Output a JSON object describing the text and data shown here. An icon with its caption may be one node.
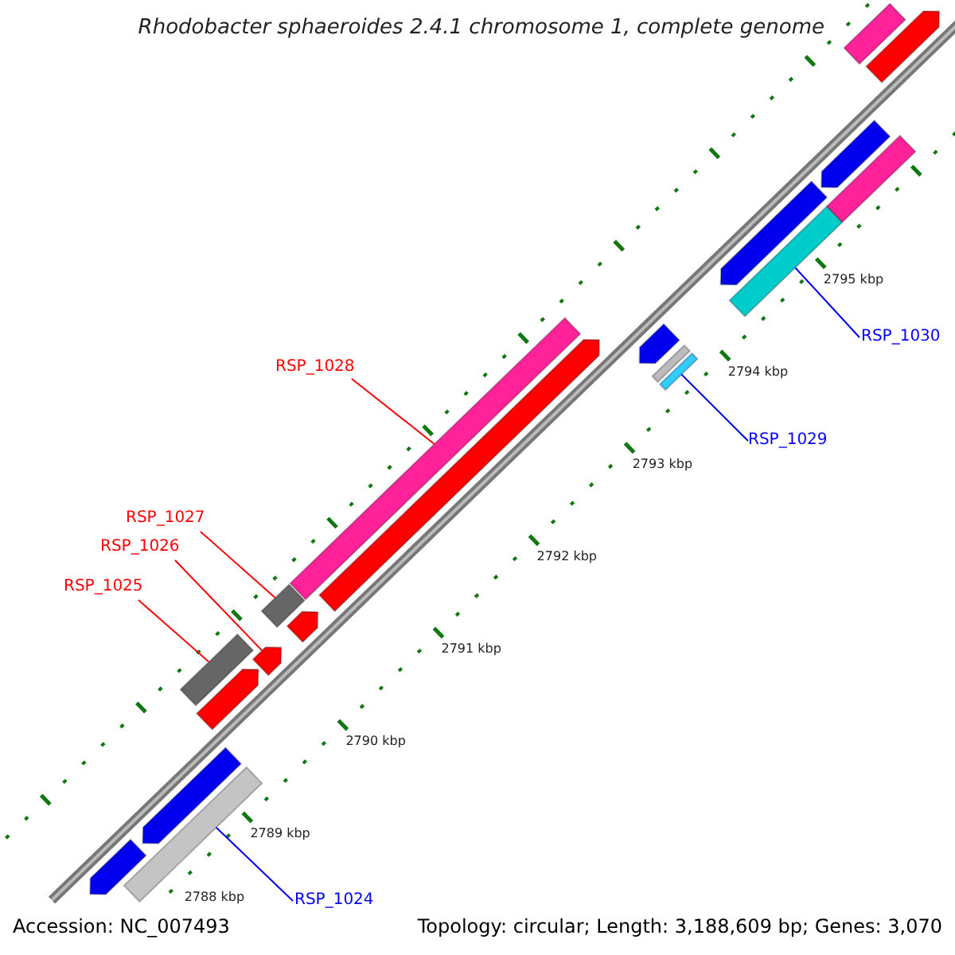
{
  "diagram": {
    "title": "Rhodobacter sphaeroides 2.4.1 chromosome 1, complete genome",
    "nodes": [
      {
        "text": [
          "RSP_1030"
        ]
      },
      {
        "text": [
          "RSP_1028"
        ]
      },
      {
        "text": [
          "RSP_1029"
        ]
      },
      {
        "text": [
          "RSP_1027"
        ]
      },
      {
        "text": [
          "RSP_1026"
        ]
      },
      {
        "text": [
          "RSP_1025"
        ]
      },
      {
        "text": [
          "RSP_1024"
        ]
      },
      {
        "text": [],
        "shape": "bar"
      },
      {
        "text": [],
        "shape": "arrow"
      },
      {
        "text": [],
        "shape": "arrow"
      },
      {
        "text": [],
        "shape": "bar"
      },
      {
        "text": [],
        "shape": "arrow"
      },
      {
        "text": [],
        "shape": "bar"
      },
      {
        "text": [],
        "shape": "arrow"
      },
      {
        "text": [],
        "shape": "bar"
      },
      {
        "text": [],
        "shape": "bar"
      },
      {
        "text": [],
        "shape": "bar"
      },
      {
        "text": [],
        "shape": "arrow"
      },
      {
        "text": [],
        "shape": "bar"
      },
      {
        "text": [],
        "shape": "arrow"
      },
      {
        "text": [],
        "shape": "arrow"
      },
      {
        "text": [],
        "shape": "bar"
      },
      {
        "text": [],
        "shape": "arrow"
      },
      {
        "text": [],
        "shape": "arrow"
      },
      {
        "text": [],
        "shape": "bar"
      },
      {
        "text": [],
        "shape": "arrow"
      }
    ],
    "edges": [
      {
        "from": 0,
        "to": 12,
        "arrow": "none",
        "color": "#0000ff"
      },
      {
        "from": 1,
        "to": 16,
        "arrow": "none"
      },
      {
        "from": 2,
        "to": 15,
        "arrow": "none",
        "color": "#0000ff"
      },
      {
        "from": 3,
        "to": 18,
        "arrow": "none"
      },
      {
        "from": 4,
        "to": 20,
        "arrow": "none"
      },
      {
        "from": 5,
        "to": 21,
        "arrow": "none"
      },
      {
        "from": 6,
        "to": 24,
        "arrow": "none",
        "color": "#0000ff"
      }
    ],
    "labels": [
      "2795 kbp",
      "2794 kbp",
      "2793 kbp",
      "2792 kbp",
      "2791 kbp",
      "2790 kbp",
      "2789 kbp",
      "2788 kbp",
      "Accession: NC_007493",
      "Topology: circular; Length: 3,188,609 bp; Genes: 3,070"
    ]
  }
}
